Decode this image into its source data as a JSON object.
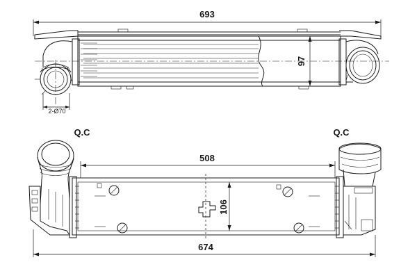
{
  "top_view": {
    "length_label": "693",
    "height_label": "97",
    "diameter_label": "2-Ø70"
  },
  "front_view": {
    "core_width_label": "508",
    "core_height_label": "106",
    "overall_width_label": "674",
    "qc_left_label": "Q.C",
    "qc_right_label": "Q.C"
  }
}
